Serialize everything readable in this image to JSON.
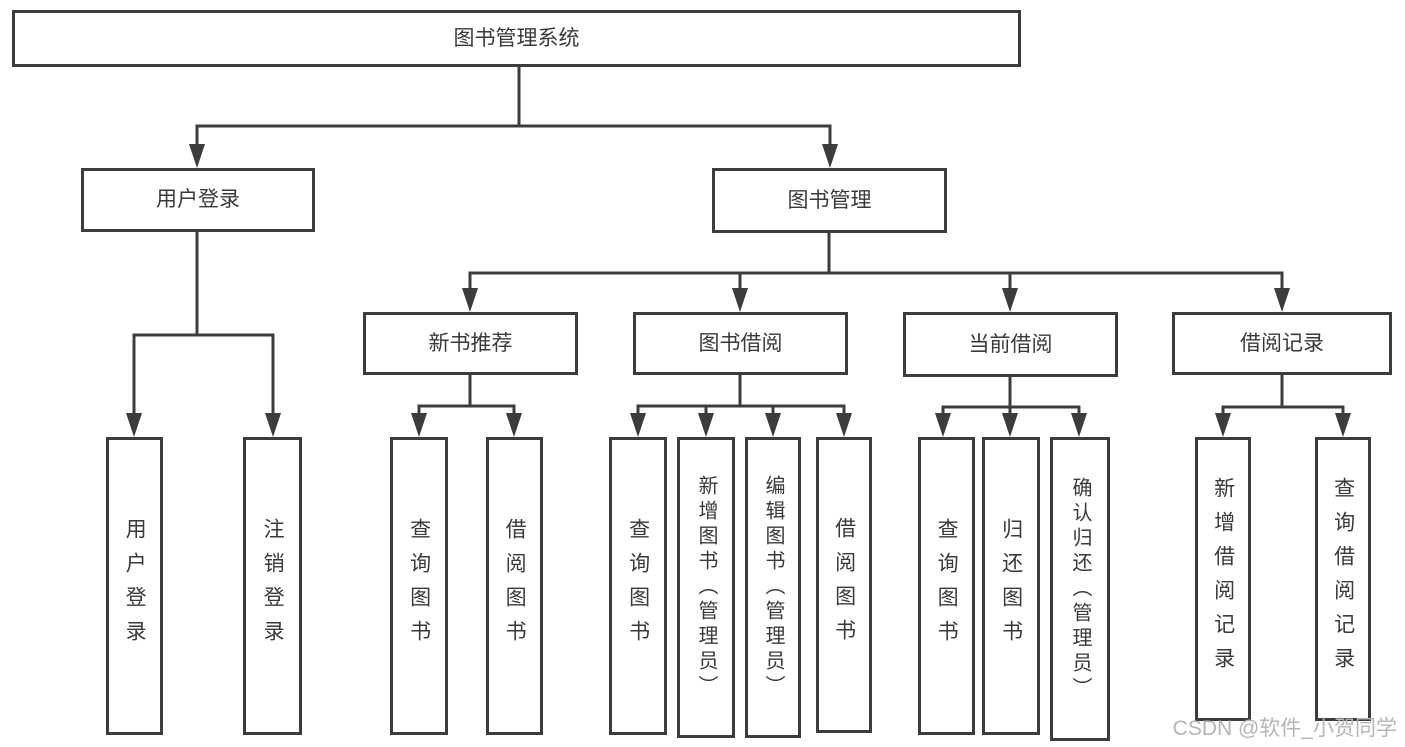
{
  "diagram": {
    "root": {
      "label": "图书管理系统"
    },
    "user_login": {
      "label": "用户登录"
    },
    "book_mgmt": {
      "label": "图书管理"
    },
    "l3": [
      {
        "label": "新书推荐"
      },
      {
        "label": "图书借阅"
      },
      {
        "label": "当前借阅"
      },
      {
        "label": "借阅记录"
      }
    ],
    "leaves_user": [
      {
        "label": "用户登录"
      },
      {
        "label": "注销登录"
      }
    ],
    "leaves_newbook": [
      {
        "label": "查询图书"
      },
      {
        "label": "借阅图书"
      }
    ],
    "leaves_borrow": [
      {
        "label": "查询图书"
      },
      {
        "label": "新增图书（管理员）"
      },
      {
        "label": "编辑图书（管理员）"
      },
      {
        "label": "借阅图书"
      }
    ],
    "leaves_current": [
      {
        "label": "查询图书"
      },
      {
        "label": "归还图书"
      },
      {
        "label": "确认归还（管理员）"
      }
    ],
    "leaves_record": [
      {
        "label": "新增借阅记录"
      },
      {
        "label": "查询借阅记录"
      }
    ]
  },
  "watermark": {
    "text": "CSDN @软件_小贺同学"
  },
  "colors": {
    "line": "#3c3c3c",
    "text": "#3a3a3a",
    "watermark": "#b5b5b5",
    "background": "#ffffff"
  }
}
